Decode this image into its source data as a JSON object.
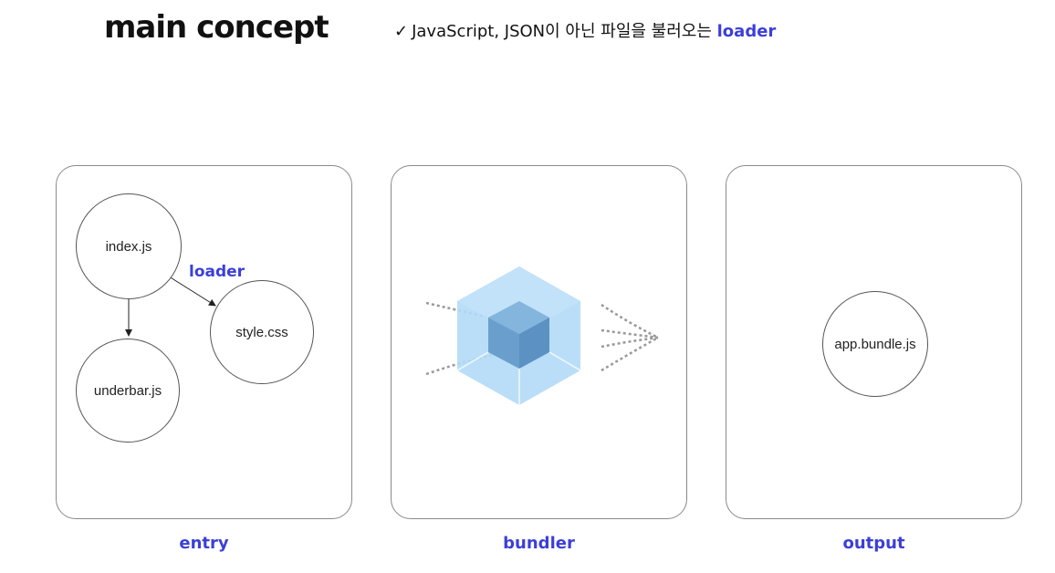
{
  "header": {
    "title": "main concept",
    "check": "✓",
    "subtitle_text": "JavaScript, JSON이 아닌 파일을 불러오는",
    "subtitle_highlight": "loader"
  },
  "entry": {
    "caption": "entry",
    "edge_label": "loader",
    "nodes": {
      "index": "index.js",
      "style": "style.css",
      "underbar": "underbar.js"
    }
  },
  "bundler": {
    "caption": "bundler",
    "icon": "webpack-cube-icon",
    "colors": {
      "outer": "#a8d4f5",
      "inner": "#6a9fcd",
      "lines": "#999999"
    }
  },
  "output": {
    "caption": "output",
    "node": "app.bundle.js"
  },
  "colors": {
    "accent": "#3b3fd8",
    "border": "#8a8a8a"
  }
}
